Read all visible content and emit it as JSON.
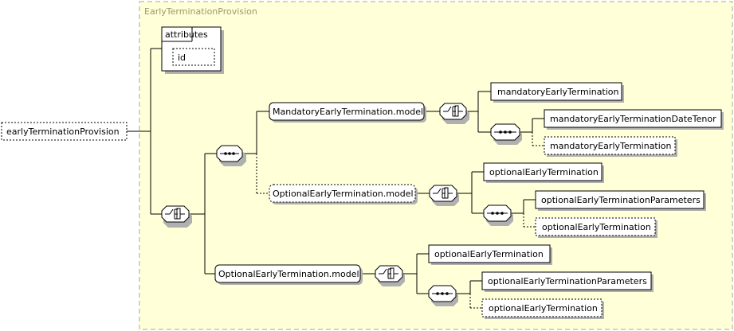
{
  "container": {
    "title": "EarlyTerminationProvision"
  },
  "root": {
    "label": "earlyTerminationProvision"
  },
  "attributes": {
    "label": "attributes",
    "id_label": "id"
  },
  "mandatory_group": {
    "label": "MandatoryEarlyTermination.model",
    "element": "mandatoryEarlyTermination",
    "date_tenor": "mandatoryEarlyTerminationDateTenor",
    "optional_element": "mandatoryEarlyTermination"
  },
  "optional_group_1": {
    "label": "OptionalEarlyTermination.model",
    "element": "optionalEarlyTermination",
    "parameters": "optionalEarlyTerminationParameters",
    "optional_element": "optionalEarlyTermination"
  },
  "optional_group_2": {
    "label": "OptionalEarlyTermination.model",
    "element": "optionalEarlyTermination",
    "parameters": "optionalEarlyTerminationParameters",
    "optional_element": "optionalEarlyTermination"
  },
  "colors": {
    "container_fill": "#ffffd8",
    "container_border": "#a8a890",
    "box_fill": "#ffffff",
    "shadow": "#b0b0b0",
    "line": "#000000"
  }
}
